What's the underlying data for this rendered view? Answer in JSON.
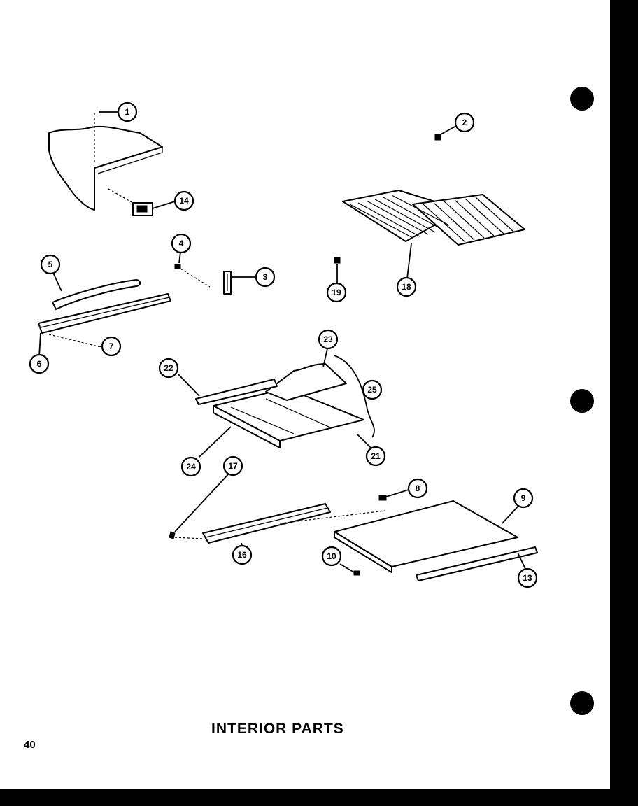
{
  "title": "INTERIOR PARTS",
  "page_number": "40",
  "callouts": [
    "1",
    "2",
    "14",
    "4",
    "5",
    "3",
    "19",
    "18",
    "7",
    "6",
    "23",
    "22",
    "25",
    "21",
    "24",
    "17",
    "8",
    "9",
    "10",
    "16",
    "13"
  ]
}
